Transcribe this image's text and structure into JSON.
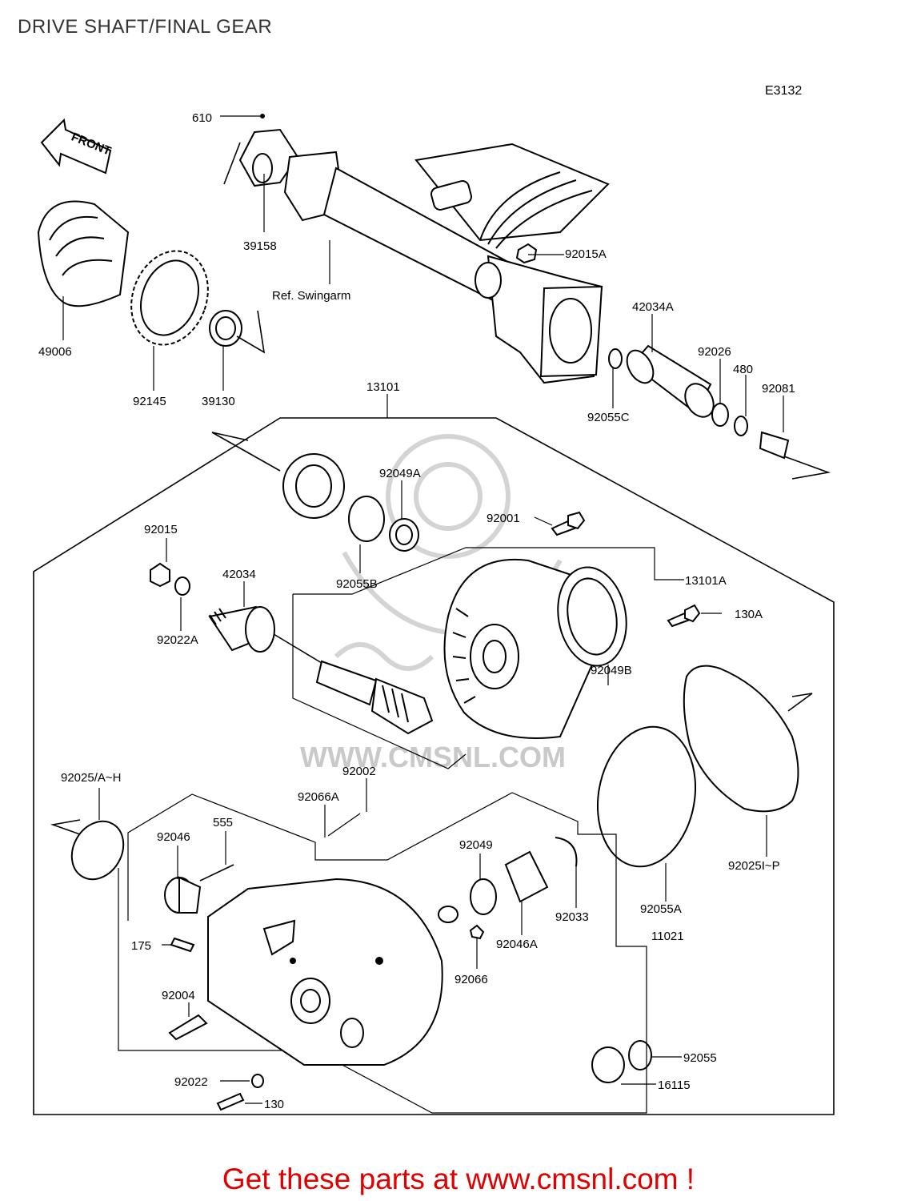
{
  "title": "DRIVE SHAFT/FINAL GEAR",
  "diagram_code": "E3132",
  "front_label": "FRONT",
  "watermark": "WWW.CMSNL.COM",
  "footer_text": "Get these parts at www.cmsnl.com !",
  "colors": {
    "footer": "#e00000",
    "watermark": "#c9c9c9",
    "lines": "#000000"
  },
  "labels": {
    "p610": "610",
    "p39158": "39158",
    "ref_swingarm": "Ref. Swingarm",
    "p92015A": "92015A",
    "p42034A": "42034A",
    "p49006": "49006",
    "p92145": "92145",
    "p39130": "39130",
    "p92026": "92026",
    "p480": "480",
    "p92081": "92081",
    "p92055C": "92055C",
    "p13101": "13101",
    "p92049A": "92049A",
    "p92001": "92001",
    "p92015": "92015",
    "p42034": "42034",
    "p92055B": "92055B",
    "p13101A": "13101A",
    "p130A": "130A",
    "p92022A": "92022A",
    "p92049B": "92049B",
    "p92002": "92002",
    "p92025AH": "92025/A~H",
    "p92066A": "92066A",
    "p92046": "92046",
    "p555": "555",
    "p92049": "92049",
    "p92033": "92033",
    "p92055A": "92055A",
    "p92025IP": "92025I~P",
    "p11021": "11021",
    "p175": "175",
    "p92046A": "92046A",
    "p92066": "92066",
    "p92004": "92004",
    "p92055": "92055",
    "p16115": "16115",
    "p92022": "92022",
    "p130": "130"
  }
}
